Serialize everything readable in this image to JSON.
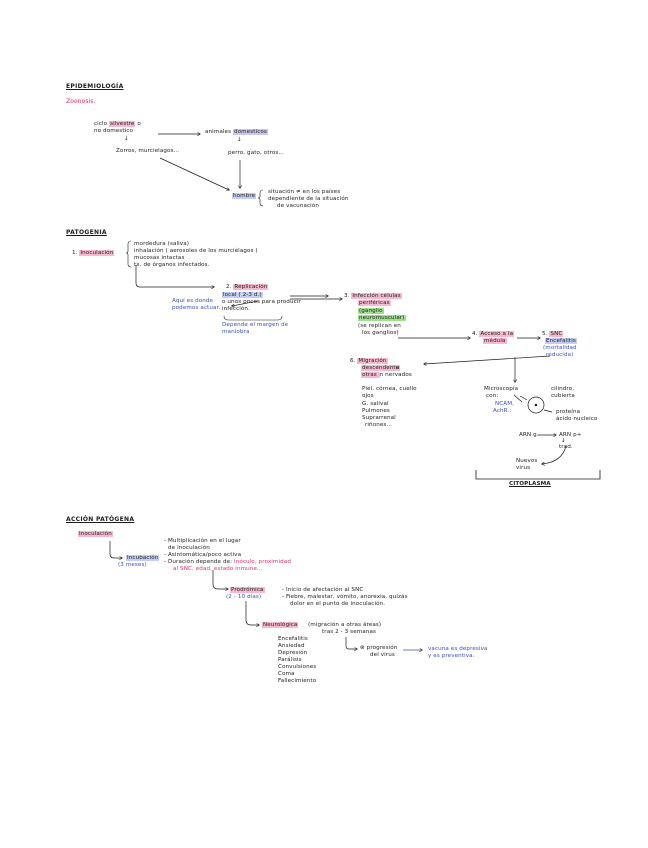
{
  "epi": {
    "title": "EPIDEMIOLOGÍA",
    "zoonosis": "Zoonosis.",
    "ciclo_a": "ciclo",
    "ciclo_b": "silvestre",
    "ciclo_c": " o",
    "ciclo_line2": "no domestico",
    "animales_a": "animales ",
    "animales_b": "domesticos",
    "animales_arrow": "↓",
    "left_arrow": "↓",
    "zorros": "Zorros, murcielagos...",
    "perro": "perro, gato, otros...",
    "hombre": "hombre",
    "situacion_line1": "situación ≠ en los países",
    "situacion_line2": "dependiente de la situación",
    "situacion_line3": "de vacunación"
  },
  "pato": {
    "title": "PATOGENIA",
    "step1_num": "1. ",
    "step1_label": "Inoculación",
    "step1_items": [
      "mordedura (saliva)",
      "inhalación ( aerosoles de los murciélagos )",
      "mucosas intactas",
      "tx. de órganos infectados."
    ],
    "step2_num": "2. ",
    "step2_label": "Replicación",
    "step2_line1": "local ( 2-3 d.)",
    "step2_line2": "o unos pocos para producir",
    "step2_line3": "infección.",
    "aqui_line1": "Aquí es donde",
    "aqui_line2": "podemos actuar.",
    "depende_line1": "Depende el margen de",
    "depende_line2": "maniobra",
    "step3_num": "3. ",
    "step3_label": "Infección células",
    "step3_line2": "periféricas",
    "step3_line3": "(ganglio",
    "step3_line4": "neuromuscular)",
    "step3_line5": "(se replican en",
    "step3_line6": "los ganglios)",
    "step4_num": "4. ",
    "step4_label": "Acceso a la",
    "step4_line2": "médula",
    "step5_num": "5. ",
    "step5_label": "SNC",
    "step5_line2": "Encefalitis",
    "step5_line3": "(mortalidad",
    "step5_line4": "reducida)",
    "step6_num": "6. ",
    "step6_label": "Migración",
    "step6_line2": "descendente",
    "step6_line3": " a",
    "step6_line4": "otras ",
    "step6_line4b": "n nervados",
    "mig_items": [
      "Piel, córnea, cuello",
      "ojos",
      "G. salival",
      "Pulmones",
      "Suprarrenal",
      "riñones..."
    ],
    "micro_line1": "Microscopía",
    "micro_line2": "con:",
    "micro_line3": "NCAM,",
    "micro_line4": "AchR..",
    "cell_line1": "cilindro,",
    "cell_line2": "cubierta",
    "cell_line3": "proteína",
    "cell_line4": "ácido nucleico",
    "rna_line": "ARN g.",
    "rna_out": "ARN p+",
    "rna_out2": "↓",
    "rna_out3": "trad.",
    "nuevos_line1": "Nuevos",
    "nuevos_line2": "virus",
    "citoplasma": "CITOPLASMA"
  },
  "accion": {
    "title": "ACCIÓN PATÓGENA",
    "inoculacion": "Inoculación",
    "ino_line1": "- Multiplicación en el lugar",
    "ino_line2": "de inoculación",
    "incub_label": "Incubación",
    "incub_time": "(3 meses)",
    "incub_line1": "- Asintomática/poco activa",
    "incub_line2a": "- Duración depende de: ",
    "incub_line2b": "inóculo, proximidad",
    "incub_line3": "al SNC, edad, estado inmune...",
    "prodro_label": "Prodrómica",
    "prodro_time": "(2 - 10 días)",
    "prodro_line1": "- Inicio de afectación al SNC",
    "prodro_line2": "- Fiebre, malestar, vómito, anorexia, quizás",
    "prodro_line3": "dolor en el punto de inoculación.",
    "neuro_label": "Neurológica",
    "neuro_line1": "(migración a otras áreas)",
    "neuro_line2": "tras 2 - 3 semanas",
    "neuro_items": [
      "Encefalitis",
      "Ansiedad",
      "Depresión",
      "Parálisis",
      "Convulsiones",
      "Coma",
      "Fallecimiento"
    ],
    "circle_line1": "⊗ progresión",
    "circle_line2": "del virus",
    "vacuna_line1": "vacuna es depresiva",
    "vacuna_line2": "y es preventiva."
  }
}
